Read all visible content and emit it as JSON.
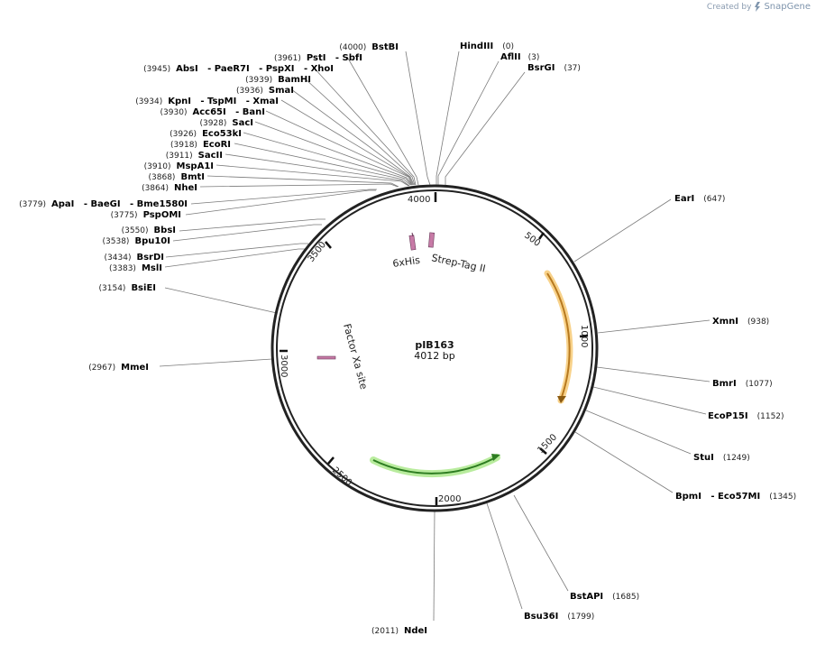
{
  "watermark": {
    "prefix": "Created by",
    "brand": "SnapGene"
  },
  "plasmid": {
    "name": "pIB163",
    "size_label": "4012 bp"
  },
  "ticks": [
    {
      "pos": 500,
      "label": "500"
    },
    {
      "pos": 1000,
      "label": "1000"
    },
    {
      "pos": 1500,
      "label": "1500"
    },
    {
      "pos": 2000,
      "label": "2000"
    },
    {
      "pos": 2500,
      "label": "2500"
    },
    {
      "pos": 3000,
      "label": "3000"
    },
    {
      "pos": 3500,
      "label": "3500"
    },
    {
      "pos": 4000,
      "label": "4000"
    }
  ],
  "features": [
    {
      "label": "6xHis",
      "color": "#c77aa6"
    },
    {
      "label": "Strep-Tag II",
      "color": "#c77aa6"
    },
    {
      "label": "Factor Xa site",
      "color": "#c77aa6"
    },
    {
      "label": "",
      "color": "#f3a63b"
    },
    {
      "label": "",
      "color": "#6cc24a"
    }
  ],
  "sites": [
    {
      "name": "HindIII",
      "pos": "(0)"
    },
    {
      "name": "AflII",
      "pos": "(3)"
    },
    {
      "name": "BsrGI",
      "pos": "(37)"
    },
    {
      "name": "EarI",
      "pos": "(647)"
    },
    {
      "name": "XmnI",
      "pos": "(938)"
    },
    {
      "name": "BmrI",
      "pos": "(1077)"
    },
    {
      "name": "EcoP15I",
      "pos": "(1152)"
    },
    {
      "name": "StuI",
      "pos": "(1249)"
    },
    {
      "name": "BpmI   - Eco57MI",
      "pos": "(1345)"
    },
    {
      "name": "BstAPI",
      "pos": "(1685)"
    },
    {
      "name": "Bsu36I",
      "pos": "(1799)"
    },
    {
      "name": "NdeI",
      "pos": "(2011)"
    },
    {
      "name": "MmeI",
      "pos": "(2967)"
    },
    {
      "name": "BsiEI",
      "pos": "(3154)"
    },
    {
      "name": "MslI",
      "pos": "(3383)"
    },
    {
      "name": "BsrDI",
      "pos": "(3434)"
    },
    {
      "name": "Bpu10I",
      "pos": "(3538)"
    },
    {
      "name": "BbsI",
      "pos": "(3550)"
    },
    {
      "name": "PspOMI",
      "pos": "(3775)"
    },
    {
      "name": "ApaI   - BaeGI   - Bme1580I",
      "pos": "(3779)"
    },
    {
      "name": "NheI",
      "pos": "(3864)"
    },
    {
      "name": "BmtI",
      "pos": "(3868)"
    },
    {
      "name": "MspA1I",
      "pos": "(3910)"
    },
    {
      "name": "SacII",
      "pos": "(3911)"
    },
    {
      "name": "EcoRI",
      "pos": "(3918)"
    },
    {
      "name": "Eco53kI",
      "pos": "(3926)"
    },
    {
      "name": "SacI",
      "pos": "(3928)"
    },
    {
      "name": "Acc65I   - BanI",
      "pos": "(3930)"
    },
    {
      "name": "KpnI   - TspMI   - XmaI",
      "pos": "(3934)"
    },
    {
      "name": "SmaI",
      "pos": "(3936)"
    },
    {
      "name": "BamHI",
      "pos": "(3939)"
    },
    {
      "name": "AbsI   - PaeR7I   - PspXI   - XhoI",
      "pos": "(3945)"
    },
    {
      "name": "PstI   - SbfI",
      "pos": "(3961)"
    },
    {
      "name": "BstBI",
      "pos": "(4000)"
    }
  ]
}
